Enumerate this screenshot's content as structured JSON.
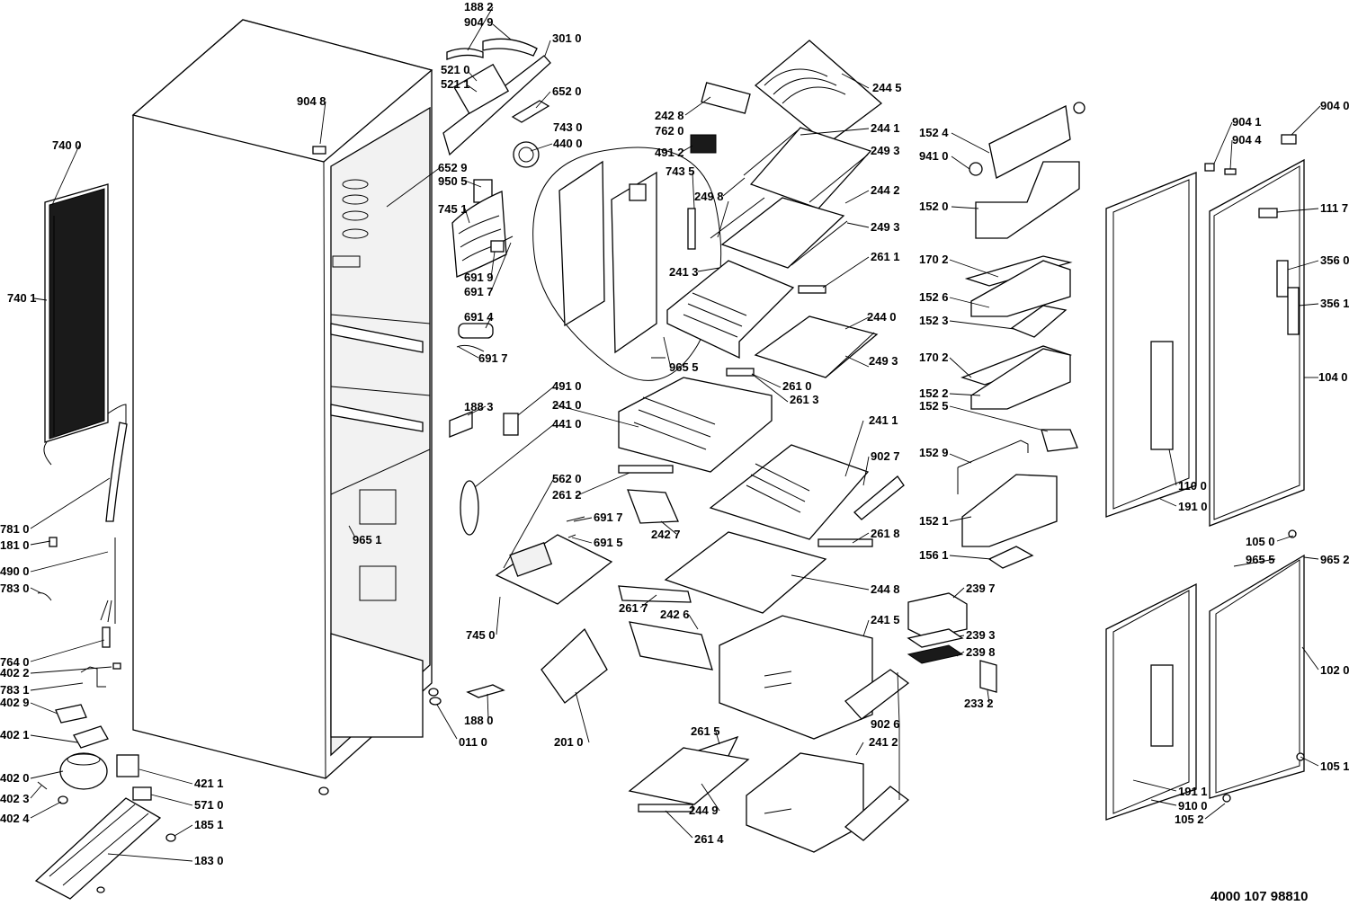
{
  "document_number": "4000 107 98810",
  "labels": {
    "l1882": "188 2",
    "l9049": "904 9",
    "l3010": "301 0",
    "l5210": "521 0",
    "l5211": "521 1",
    "l6520": "652 0",
    "l9048": "904 8",
    "l7430": "743 0",
    "l4400": "440 0",
    "l6529": "652 9",
    "l9505": "950 5",
    "l7451": "745 1",
    "l6919": "691 9",
    "l6917a": "691 7",
    "l6914": "691 4",
    "l6917b": "691 7",
    "l7400": "740 0",
    "l7401": "740 1",
    "l2428": "242 8",
    "l7620": "762 0",
    "l4912": "491 2",
    "l7435": "743 5",
    "l2445": "244 5",
    "l2441": "244 1",
    "l2493a": "249 3",
    "l2498": "249 8",
    "l2442": "244 2",
    "l2493b": "249 3",
    "l2413": "241 3",
    "l2611": "261 1",
    "l2440": "244 0",
    "l9655a": "965 5",
    "l2493c": "249 3",
    "l2610": "261 0",
    "l2613": "261 3",
    "l1524": "152 4",
    "l9410": "941 0",
    "l1520": "152 0",
    "l1702a": "170 2",
    "l1526": "152 6",
    "l1523": "152 3",
    "l1702b": "170 2",
    "l1522": "152 2",
    "l1525": "152 5",
    "l1529": "152 9",
    "l1521": "152 1",
    "l1561": "156 1",
    "l9041": "904 1",
    "l9044": "904 4",
    "l9040": "904 0",
    "l1117": "111 7",
    "l3560": "356 0",
    "l3561": "356 1",
    "l1040": "104 0",
    "l1100": "110 0",
    "l1910": "191 0",
    "l1883": "188 3",
    "l4910": "491 0",
    "l2410": "241 0",
    "l4410": "441 0",
    "l2411": "241 1",
    "l9027": "902 7",
    "l5620": "562 0",
    "l2612": "261 2",
    "l6917c": "691 7",
    "l6915": "691 5",
    "l2427": "242 7",
    "l2618": "261 8",
    "l7810": "781 0",
    "l1810": "181 0",
    "l9651": "965 1",
    "l4900": "490 0",
    "l7830": "783 0",
    "l7640": "764 0",
    "l4022": "402 2",
    "l7831": "783 1",
    "l4029": "402 9",
    "l4021": "402 1",
    "l4020": "402 0",
    "l4023": "402 3",
    "l4024": "402 4",
    "l4211": "421 1",
    "l5710": "571 0",
    "l1851": "185 1",
    "l1830": "183 0",
    "l0110": "011 0",
    "l1880": "188 0",
    "l2010": "201 0",
    "l7450": "745 0",
    "l2617": "261 7",
    "l2426": "242 6",
    "l2448": "244 8",
    "l2415": "241 5",
    "l2397": "239 7",
    "l2393": "239 3",
    "l2398": "239 8",
    "l2332": "233 2",
    "l9026": "902 6",
    "l2615": "261 5",
    "l2412": "241 2",
    "l2449": "244 9",
    "l2614": "261 4",
    "l1050": "105 0",
    "l9655b": "965 5",
    "l9652": "965 2",
    "l1020": "102 0",
    "l1051": "105 1",
    "l1911": "191 1",
    "l9100": "910 0",
    "l1052": "105 2"
  },
  "colors": {
    "line": "#000000",
    "background": "#ffffff"
  }
}
